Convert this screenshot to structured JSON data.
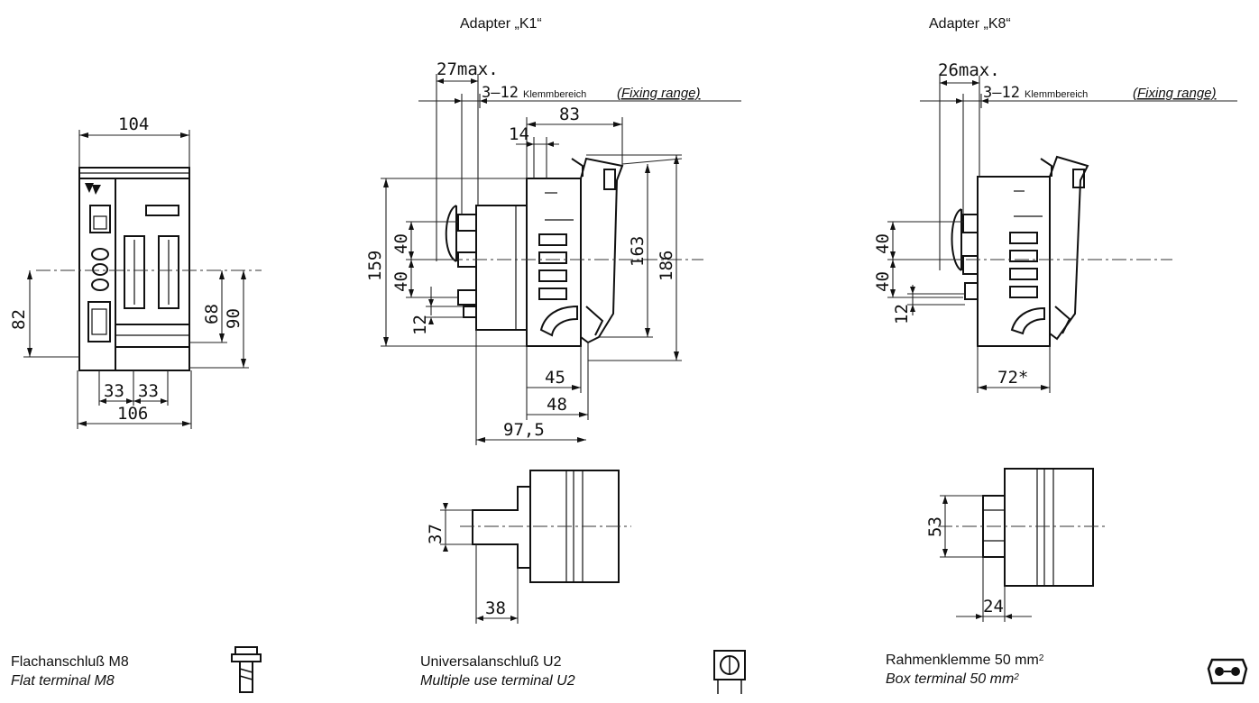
{
  "headers": {
    "k1": "Adapter „K1“",
    "k8": "Adapter „K8“"
  },
  "front_view": {
    "dims": {
      "width_top": "104",
      "width_bottom": "106",
      "pitch_left": "33",
      "pitch_right": "33",
      "height_left": "82",
      "height_mid": "68",
      "height_right": "90"
    }
  },
  "k1_side": {
    "dims": {
      "max_depth": "27max.",
      "fixing": "3–12",
      "fixing_de": "Klemmbereich",
      "fixing_en": "(Fixing range)",
      "width_83": "83",
      "width_14": "14",
      "height_159": "159",
      "spacing_40a": "40",
      "spacing_40b": "40",
      "spacing_12": "12",
      "height_163": "163",
      "height_186": "186",
      "depth_45": "45",
      "depth_48": "48",
      "depth_975": "97,5"
    }
  },
  "k8_side": {
    "dims": {
      "max_depth": "26max.",
      "fixing": "3–12",
      "fixing_de": "Klemmbereich",
      "fixing_en": "(Fixing range)",
      "spacing_40a": "40",
      "spacing_40b": "40",
      "spacing_12": "12",
      "width_72": "72*"
    }
  },
  "k1_top": {
    "dims": {
      "height_37": "37",
      "width_38": "38"
    }
  },
  "k8_top": {
    "dims": {
      "height_53": "53",
      "width_24": "24"
    }
  },
  "legend": [
    {
      "de": "Flachanschluß M8",
      "en": "Flat terminal M8",
      "icon": "bolt-icon"
    },
    {
      "de": "Universalanschluß U2",
      "en": "Multiple use terminal U2",
      "icon": "clamp-icon"
    },
    {
      "de": "Rahmenklemme 50 mm",
      "de_sup": "2",
      "en": "Box terminal 50 mm",
      "en_sup": "2",
      "icon": "box-terminal-icon"
    }
  ]
}
